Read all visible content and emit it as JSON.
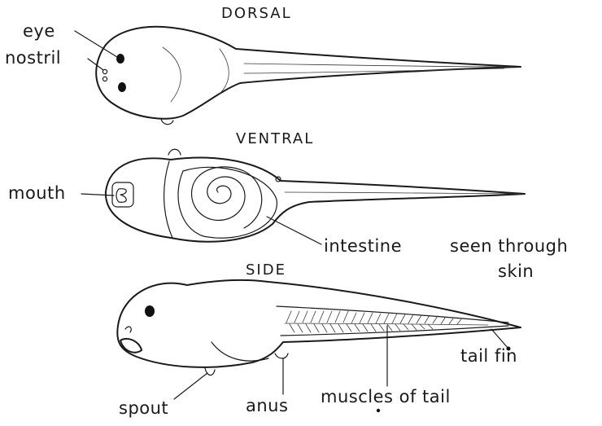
{
  "views": {
    "dorsal": {
      "title": "DORSAL"
    },
    "ventral": {
      "title": "VENTRAL"
    },
    "side": {
      "title": "SIDE"
    }
  },
  "labels": {
    "eye": "eye",
    "nostril": "nostril",
    "mouth": "mouth",
    "intestine": "intestine",
    "seen_through": "seen through",
    "skin": "skin",
    "tail_fin": "tail fin",
    "spout": "spout",
    "anus": "anus",
    "muscles_of_tail": "muscles of tail"
  }
}
